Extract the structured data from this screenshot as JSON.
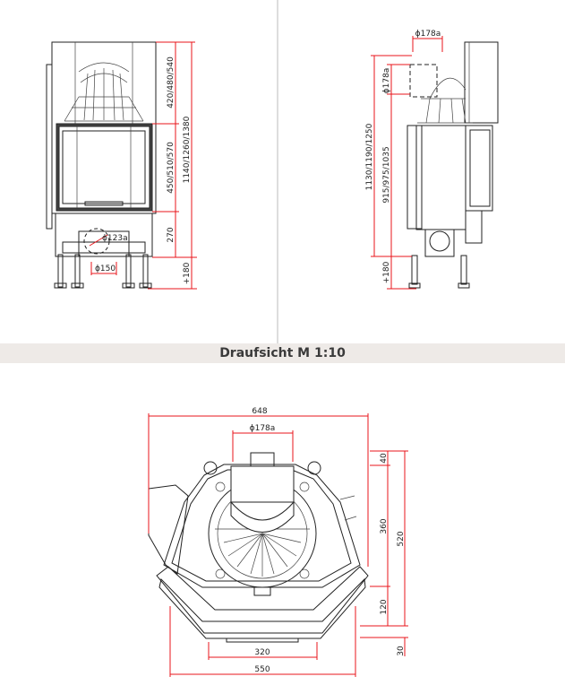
{
  "section_title": "Draufsicht M 1:10",
  "colors": {
    "dimension": "#e8141b",
    "band": "#eeeae7",
    "line": "#222222"
  },
  "front_view": {
    "dims": {
      "hood_height": "420/480/540",
      "door_height": "450/510/570",
      "total_height": "1140/1260/1380",
      "base_height": "270",
      "leg_extension": "+180",
      "outlet_diameter": "ϕ123a",
      "outlet_width": "ϕ150"
    }
  },
  "side_view": {
    "dims": {
      "flue_diameter_top": "ϕ178a",
      "flue_diameter_side": "ϕ178a",
      "total_height": "1130/1190/1250",
      "body_height": "915/975/1035",
      "leg_extension": "+180"
    }
  },
  "top_view": {
    "dims": {
      "overall_width": "648",
      "flue_diameter": "ϕ178a",
      "depth_40": "40",
      "depth_360": "360",
      "depth_520": "520",
      "depth_120": "120",
      "depth_30": "30",
      "front_320": "320",
      "front_550": "550"
    }
  }
}
